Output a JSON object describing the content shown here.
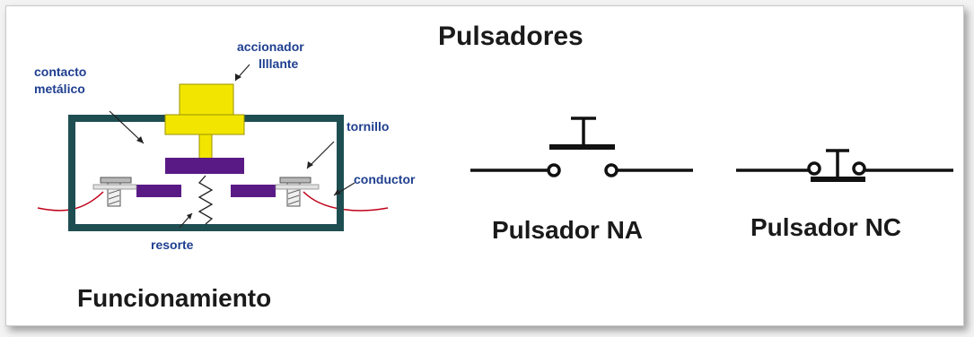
{
  "title": "Pulsadores",
  "labels": {
    "accionador_line1": "accionador",
    "accionador_line2": "llllante",
    "contacto_line1": "contacto",
    "contacto_line2": "metálico",
    "tornillo": "tornillo",
    "conductor": "conductor",
    "resorte": "resorte"
  },
  "captions": {
    "funcionamiento": "Funcionamiento",
    "pulsador_na": "Pulsador NA",
    "pulsador_nc": "Pulsador NC"
  },
  "colors": {
    "box_stroke": "#1e4e52",
    "actuator": "#f2e600",
    "contact": "#5a1a86",
    "label_blue": "#1f3f8f",
    "wire": "#c0001a"
  }
}
